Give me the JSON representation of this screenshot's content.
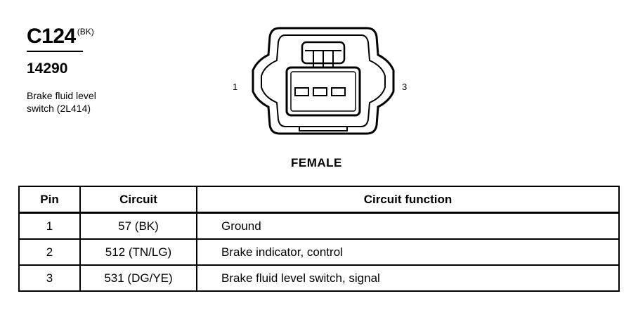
{
  "connector": {
    "id": "C124",
    "color_code": "(BK)",
    "part_number": "14290",
    "description_line1": "Brake fluid level",
    "description_line2": "switch (2L414)",
    "pin_label_left": "1",
    "pin_label_right": "3",
    "view": "FEMALE"
  },
  "table": {
    "headers": {
      "pin": "Pin",
      "circuit": "Circuit",
      "function": "Circuit function"
    },
    "rows": [
      {
        "pin": "1",
        "circuit": "57 (BK)",
        "function": "Ground"
      },
      {
        "pin": "2",
        "circuit": "512 (TN/LG)",
        "function": "Brake indicator, control"
      },
      {
        "pin": "3",
        "circuit": "531 (DG/YE)",
        "function": "Brake fluid level switch, signal"
      }
    ]
  }
}
